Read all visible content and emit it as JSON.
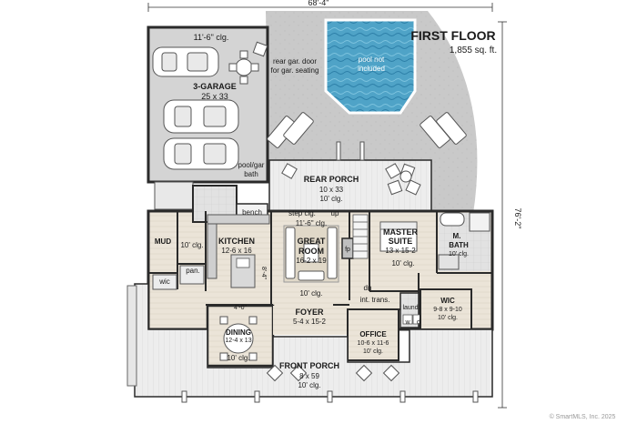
{
  "heading": {
    "title": "FIRST FLOOR",
    "area": "1,855 sq. ft."
  },
  "dimensions": {
    "width": "68'-4\"",
    "depth": "76'-2\""
  },
  "colors": {
    "patio": "#c8c8c8",
    "garage_floor": "#d4d4d4",
    "wood_floor": "#ebe4d8",
    "tile_floor": "#dcdcdc",
    "walls": "#2a2a2a",
    "pool_water": "#4fa3c7",
    "pool_deep": "#2c7fa8"
  },
  "rooms": {
    "garage": {
      "ceiling": "11'-6\" clg.",
      "name": "3-GARAGE",
      "size": "25 x 33"
    },
    "garage_door_note": {
      "line1": "rear gar. door",
      "line2": "for gar. seating"
    },
    "pool_note": {
      "line1": "pool not",
      "line2": "included"
    },
    "pool_bath": {
      "line1": "pool/gar",
      "line2": "bath"
    },
    "bench": {
      "name": "bench"
    },
    "rear_porch": {
      "name": "REAR PORCH",
      "size": "10 x 33",
      "ceiling": "10' clg."
    },
    "mud": {
      "name": "MUD"
    },
    "kitchen": {
      "ceiling": "10' clg.",
      "name": "KITCHEN",
      "size": "12-6 x 16"
    },
    "pantry": {
      "name": "pan."
    },
    "wic_small": {
      "name": "wic"
    },
    "great_room": {
      "step_ceiling": "step clg.",
      "up": "up",
      "ceiling_high": "11'-6\" clg.",
      "name": "GREAT",
      "name2": "ROOM",
      "size": "16-2 x 19",
      "fireplace": "fp",
      "ceiling": "10' clg."
    },
    "island_dim": {
      "dim1": "8'-4\"",
      "dim2": "4'-0\""
    },
    "master_suite": {
      "name": "MASTER",
      "name2": "SUITE",
      "size": "13 x 15-2",
      "ceiling": "10' clg."
    },
    "master_bath": {
      "name": "M.",
      "name2": "BATH",
      "ceiling": "10' clg."
    },
    "stairs": {
      "down": "dn",
      "transom": "int. trans."
    },
    "laundry": {
      "name": "laund."
    },
    "washer": "w",
    "dryer": "d",
    "master_wic": {
      "name": "WIC",
      "size": "9-8 x 9-10",
      "ceiling": "10' clg."
    },
    "foyer": {
      "name": "FOYER",
      "size": "5-4 x 15-2"
    },
    "dining": {
      "name": "DINING",
      "size": "12-4 x 13",
      "ceiling": "10' clg."
    },
    "office": {
      "name": "OFFICE",
      "size": "10-6 x 11-6",
      "ceiling": "10' clg."
    },
    "front_porch": {
      "name": "FRONT PORCH",
      "size": "8 x 59",
      "ceiling": "10' clg."
    }
  },
  "watermark": "© SmartMLS, Inc. 2025"
}
